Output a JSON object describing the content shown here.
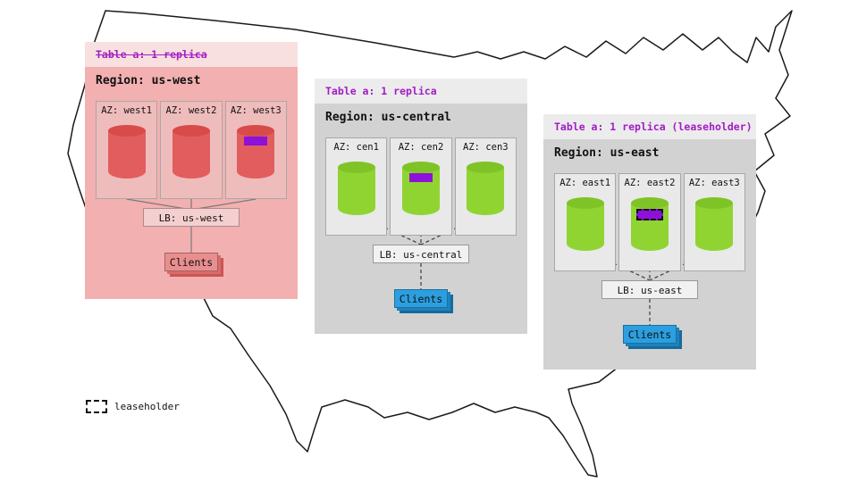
{
  "legend": {
    "label": "leaseholder"
  },
  "regions": [
    {
      "name": "us-west",
      "status": "offline",
      "table_label": "Table a: 1 replica",
      "region_label": "Region: us-west",
      "azs": [
        {
          "label": "AZ: west1",
          "replica_marker": false,
          "leaseholder": false
        },
        {
          "label": "AZ: west2",
          "replica_marker": false,
          "leaseholder": false
        },
        {
          "label": "AZ: west3",
          "replica_marker": true,
          "leaseholder": false
        }
      ],
      "lb_label": "LB: us-west",
      "clients_label": "Clients"
    },
    {
      "name": "us-central",
      "status": "online",
      "table_label": "Table a: 1 replica",
      "region_label": "Region: us-central",
      "azs": [
        {
          "label": "AZ: cen1",
          "replica_marker": false,
          "leaseholder": false
        },
        {
          "label": "AZ: cen2",
          "replica_marker": true,
          "leaseholder": false
        },
        {
          "label": "AZ: cen3",
          "replica_marker": false,
          "leaseholder": false
        }
      ],
      "lb_label": "LB: us-central",
      "clients_label": "Clients"
    },
    {
      "name": "us-east",
      "status": "online",
      "table_label": "Table a: 1 replica (leaseholder)",
      "region_label": "Region: us-east",
      "azs": [
        {
          "label": "AZ: east1",
          "replica_marker": false,
          "leaseholder": false
        },
        {
          "label": "AZ: east2",
          "replica_marker": true,
          "leaseholder": true
        },
        {
          "label": "AZ: east3",
          "replica_marker": false,
          "leaseholder": false
        }
      ],
      "lb_label": "LB: us-east",
      "clients_label": "Clients"
    }
  ],
  "colors": {
    "table_label": "#a21cc4",
    "replica_marker": "#8d11d8",
    "offline_region_bg": "#f2b0b0",
    "offline_cylinder": "#e25d5d",
    "online_region_bg": "#d2d2d2",
    "online_cylinder": "#90d432",
    "clients_offline": "#e98e8e",
    "clients_online": "#2b9fe0"
  }
}
